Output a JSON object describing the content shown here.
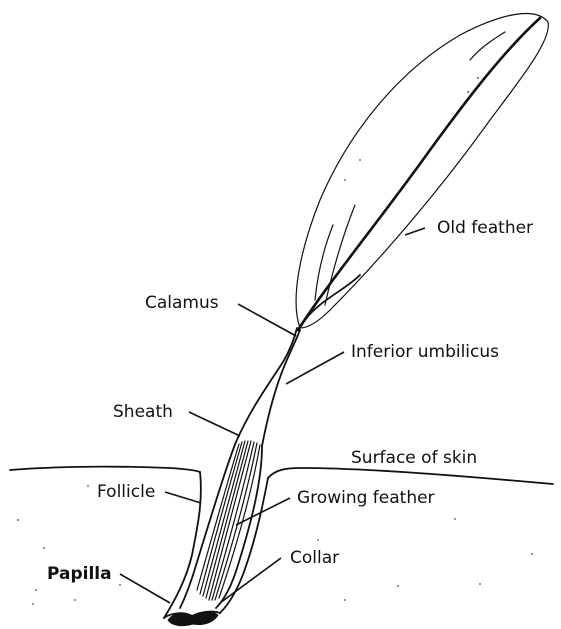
{
  "labels": {
    "old_feather": "Old feather",
    "calamus": "Calamus",
    "inferior_umbilicus": "Inferior umbilicus",
    "sheath": "Sheath",
    "surface_of_skin": "Surface of skin",
    "follicle": "Follicle",
    "growing_feather": "Growing feather",
    "collar": "Collar",
    "papilla": "Papilla"
  }
}
